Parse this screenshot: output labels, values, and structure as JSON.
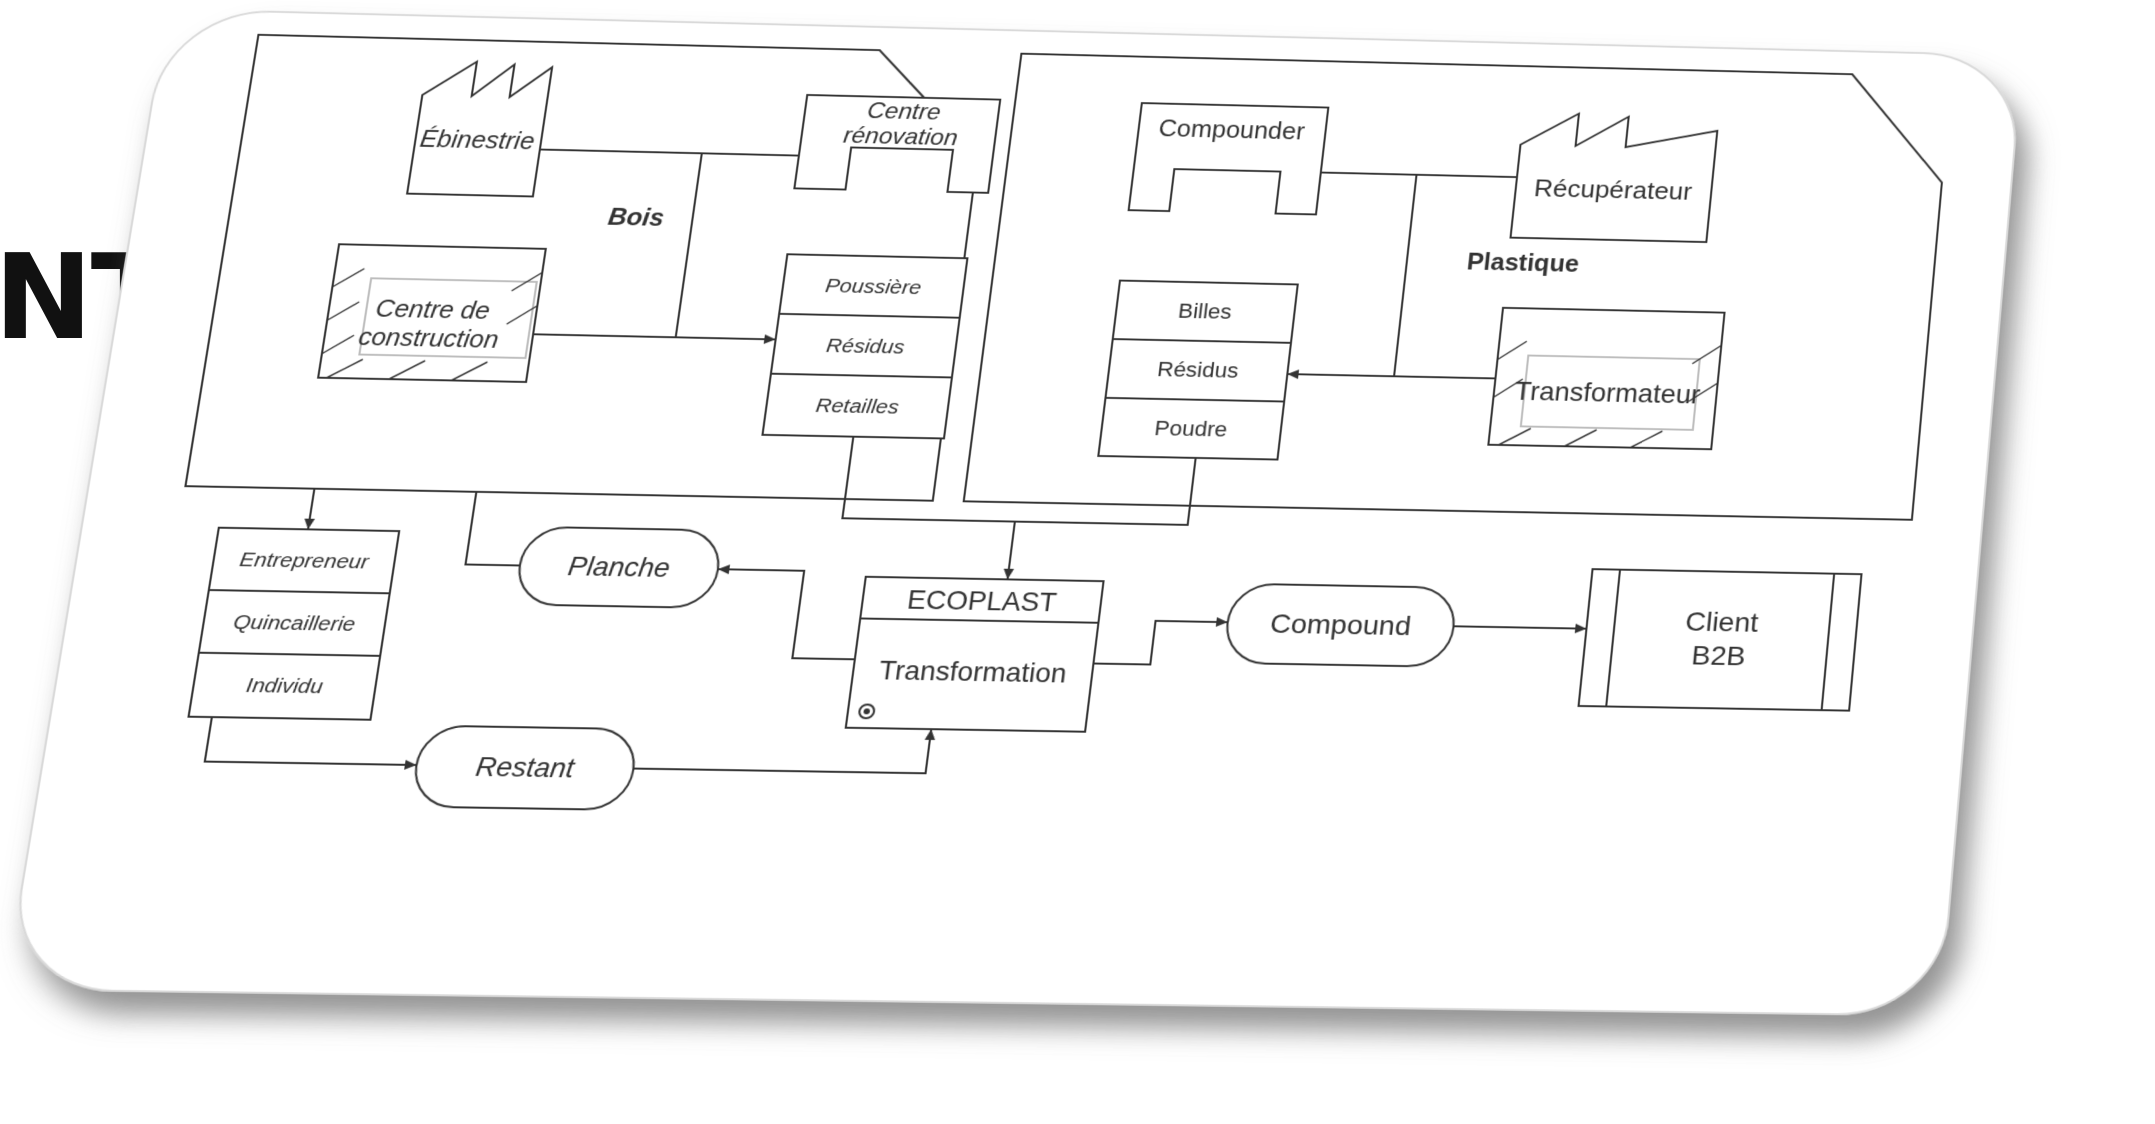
{
  "heading_fragment": "NT",
  "colors": {
    "line": "#333333",
    "card_fill": "#ffffff",
    "card_shadow": "#9a9a9a"
  },
  "diagram": {
    "groups": {
      "bois": "Bois",
      "plastique": "Plastique"
    },
    "nodes": {
      "ebinestrie": "Ébinestrie",
      "centre_renovation_l1": "Centre",
      "centre_renovation_l2": "rénovation",
      "centre_construction_l1": "Centre de",
      "centre_construction_l2": "construction",
      "bois_materials": [
        "Poussière",
        "Résidus",
        "Retailles"
      ],
      "compounder": "Compounder",
      "recuperateur": "Récupérateur",
      "plastique_materials": [
        "Billes",
        "Résidus",
        "Poudre"
      ],
      "transformateur": "Transformateur",
      "ecoplast_title": "ECOPLAST",
      "ecoplast_subtitle": "Transformation",
      "planche": "Planche",
      "compound": "Compound",
      "client_l1": "Client",
      "client_l2": "B2B",
      "customers": [
        "Entrepreneur",
        "Quincaillerie",
        "Individu"
      ],
      "restant": "Restant"
    }
  }
}
